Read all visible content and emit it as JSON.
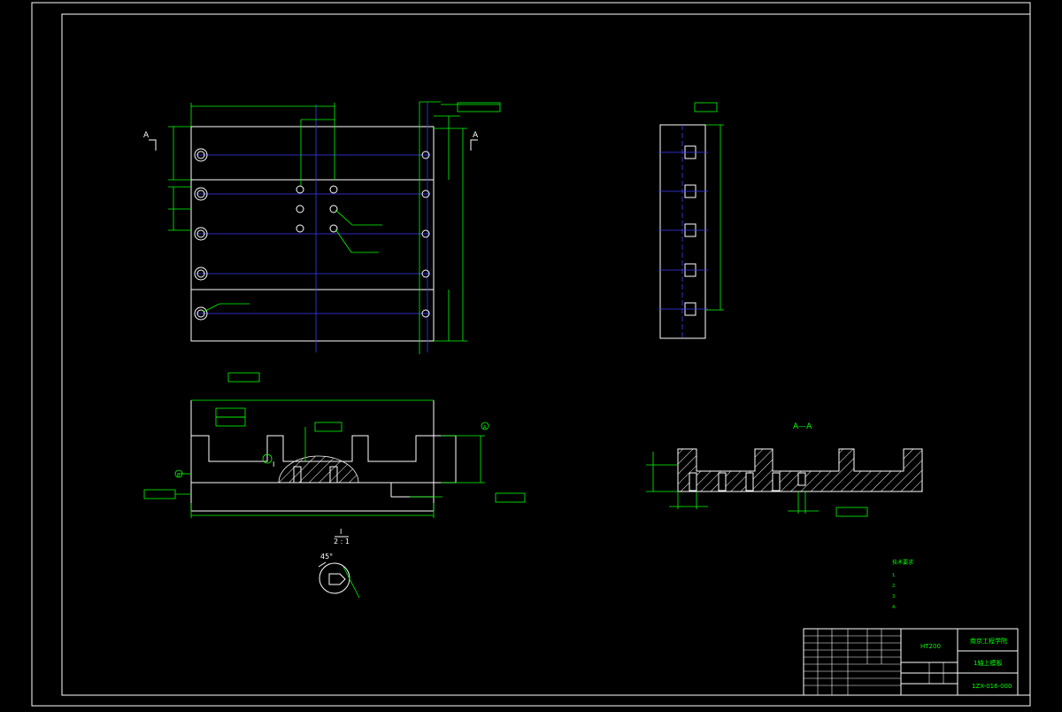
{
  "sheet": {
    "colors": {
      "background": "#000000",
      "outline": "#ffffff",
      "dimension": "#00ff00",
      "centerline": "#3a3aff"
    }
  },
  "views": {
    "top": {
      "section_mark_left": "A",
      "section_mark_right": "A"
    },
    "front": {
      "datum_a": "A",
      "datum_b": "B",
      "detail_mark": "I"
    },
    "section": {
      "title": "A—A"
    },
    "detail": {
      "title": "I",
      "scale": "2 : 1",
      "angle": "45°"
    }
  },
  "notes": {
    "heading": "技术要求",
    "items": [
      "1.",
      "2.",
      "3.",
      "4."
    ]
  },
  "title_block": {
    "school": "南京工程学院",
    "part_name": "1轴上模板",
    "drawing_no": "1ZX-016-000",
    "material": "HT200"
  }
}
